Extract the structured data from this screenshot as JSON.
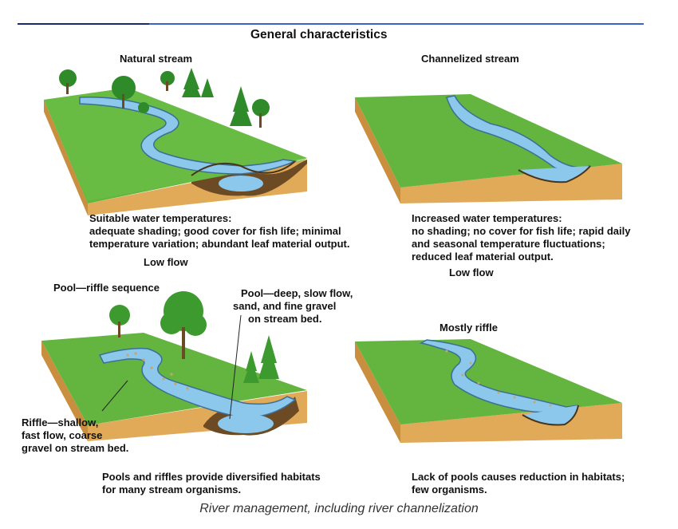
{
  "title": "General characteristics",
  "natural": {
    "heading": "Natural stream",
    "desc": [
      "Suitable water temperatures:",
      "adequate shading; good cover for fish life; minimal",
      "temperature variation; abundant leaf material output."
    ],
    "lowflow": "Low flow",
    "pool_riffle_label": "Pool—riffle sequence",
    "pool_label": [
      "Pool—deep, slow flow,",
      "sand, and fine gravel",
      "on stream bed."
    ],
    "riffle_label": [
      "Riffle—shallow,",
      "fast flow, coarse",
      "gravel on stream bed."
    ],
    "bottom": [
      "Pools and riffles provide diversified habitats",
      "for many stream organisms."
    ]
  },
  "channelized": {
    "heading": "Channelized stream",
    "desc": [
      "Increased water temperatures:",
      "no shading; no cover for fish life; rapid daily",
      "and seasonal temperature fluctuations;",
      "reduced leaf material output."
    ],
    "lowflow": "Low flow",
    "mostly_riffle": "Mostly riffle",
    "bottom": [
      "Lack of pools causes reduction in habitats;",
      "few organisms."
    ]
  },
  "caption": "River management, including river channelization",
  "colors": {
    "grass": "#5fb43c",
    "soil": "#d9a24e",
    "water": "#8cc8ec",
    "rule": "#3b63c8"
  }
}
